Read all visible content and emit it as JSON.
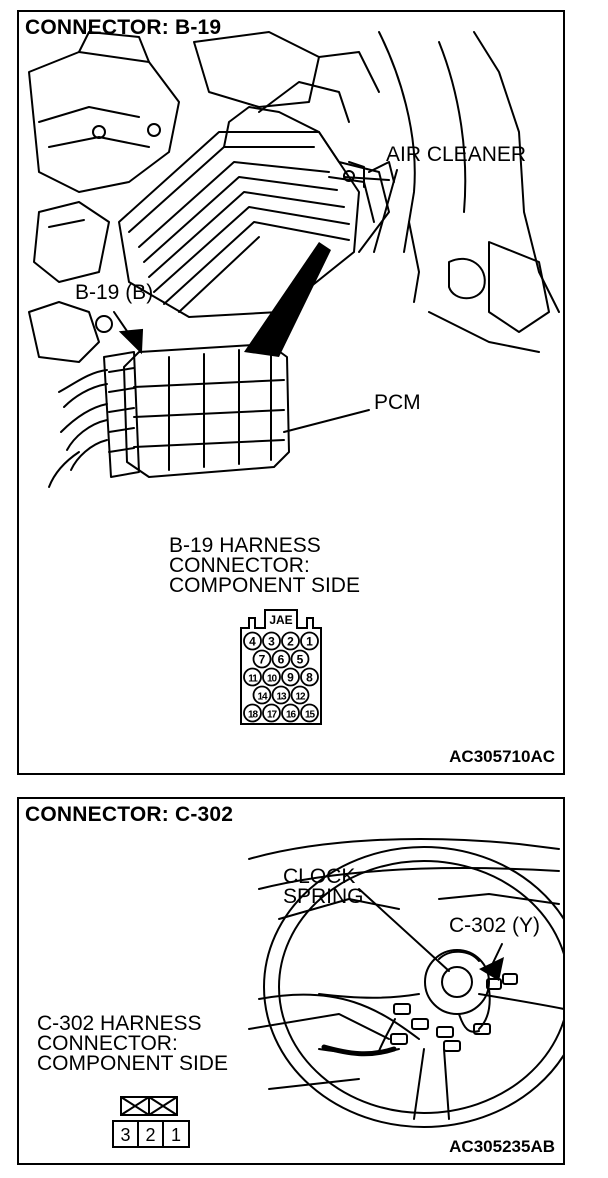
{
  "top_panel": {
    "title": "CONNECTOR: B-19",
    "air_cleaner_label": "AIR CLEANER",
    "b19_label": "B-19 (B)",
    "pcm_label": "PCM",
    "harness_lines": [
      "B-19 HARNESS",
      "CONNECTOR:",
      "COMPONENT SIDE"
    ],
    "connector_brand": "JAE",
    "pin_rows": [
      [
        "4",
        "3",
        "2",
        "1"
      ],
      [
        "7",
        "6",
        "5"
      ],
      [
        "11",
        "10",
        "9",
        "8"
      ],
      [
        "14",
        "13",
        "12"
      ],
      [
        "18",
        "17",
        "16",
        "15"
      ]
    ],
    "figure_code": "AC305710AC"
  },
  "bottom_panel": {
    "title": "CONNECTOR: C-302",
    "clock_spring_lines": [
      "CLOCK",
      "SPRING"
    ],
    "c302_label": "C-302 (Y)",
    "harness_lines": [
      "C-302 HARNESS",
      "CONNECTOR:",
      "COMPONENT SIDE"
    ],
    "pins": [
      "3",
      "2",
      "1"
    ],
    "figure_code": "AC305235AB"
  },
  "colors": {
    "line": "#000000",
    "background": "#ffffff"
  }
}
